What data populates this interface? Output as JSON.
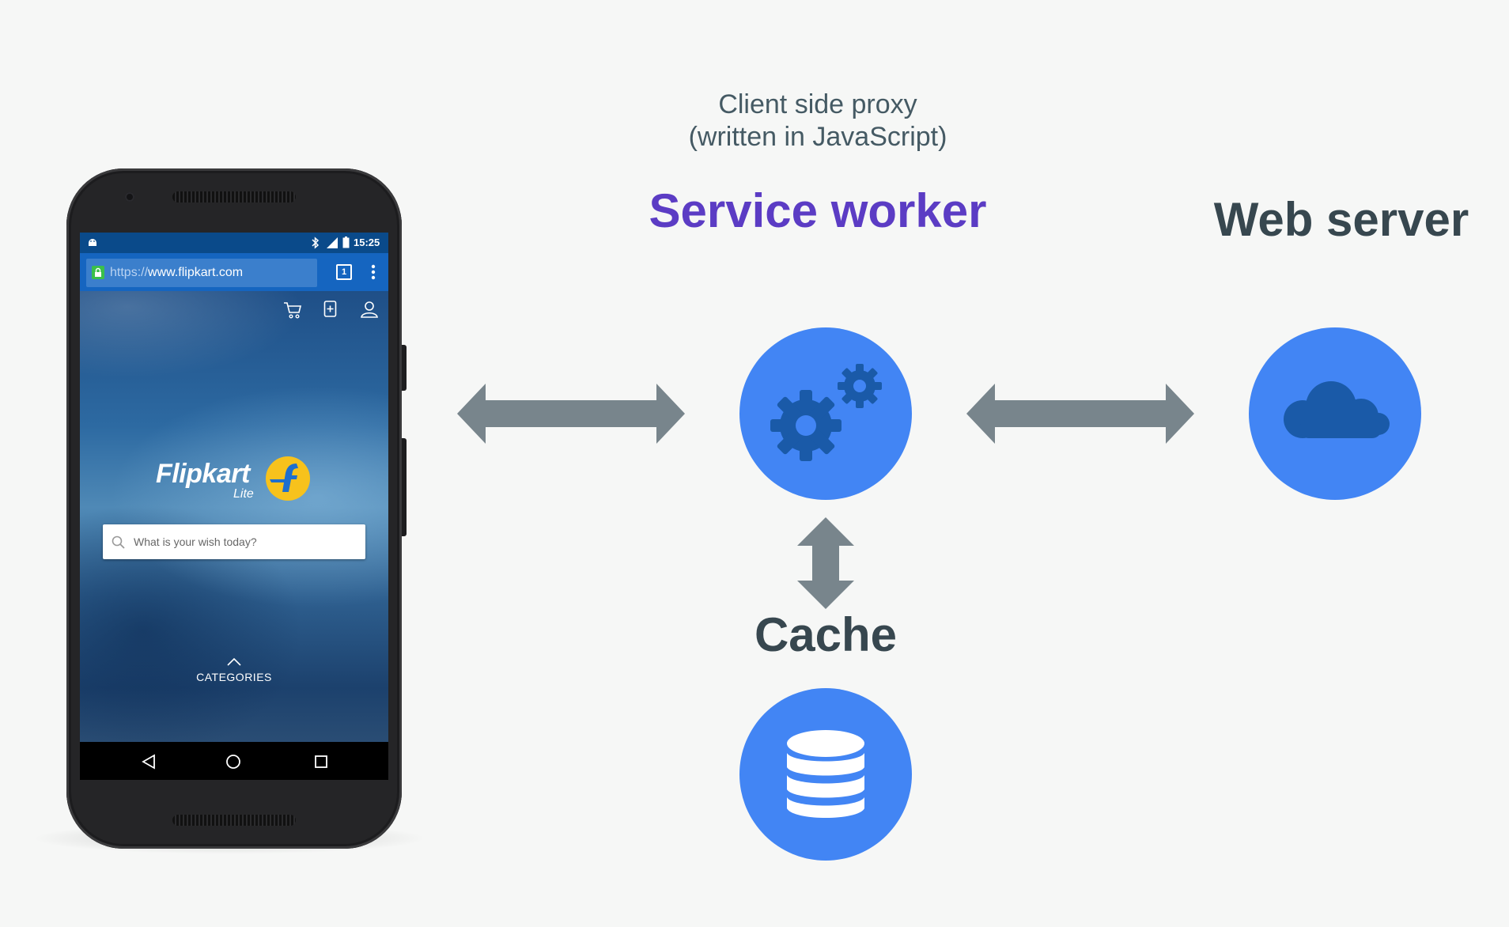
{
  "diagram": {
    "subtitle_line1": "Client side proxy",
    "subtitle_line2": "(written in JavaScript)",
    "service_worker_label": "Service worker",
    "web_server_label": "Web server",
    "cache_label": "Cache",
    "colors": {
      "accent_purple": "#5b3cc4",
      "node_blue": "#4285f4",
      "arrow_gray": "#78858c",
      "heading_dark": "#37474f"
    },
    "icons": {
      "service_worker": "gears-icon",
      "web_server": "cloud-icon",
      "cache": "database-icon"
    }
  },
  "phone": {
    "status_time": "15:25",
    "url_prefix": "https://",
    "url_host": "www.flipkart.com",
    "tab_count": "1",
    "brand_name": "Flipkart",
    "brand_sub": "Lite",
    "search_placeholder": "What is your wish today?",
    "categories_label": "CATEGORIES"
  }
}
